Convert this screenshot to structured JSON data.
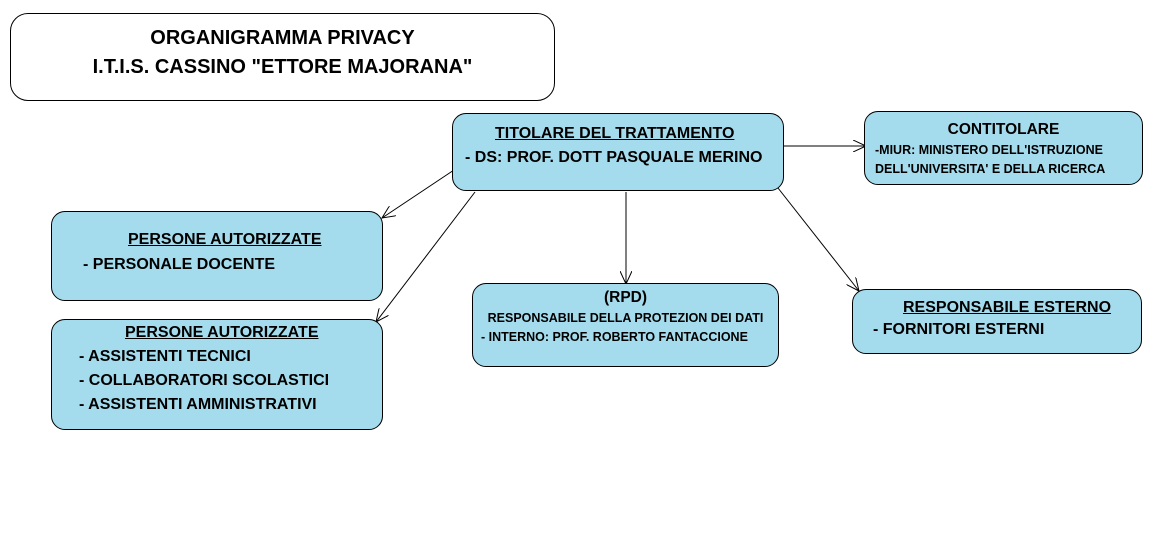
{
  "title": {
    "line1": "ORGANIGRAMMA PRIVACY",
    "line2": "I.T.I.S. CASSINO \"ETTORE MAJORANA\""
  },
  "titolare": {
    "heading": "TITOLARE DEL TRATTAMENTO",
    "line": "- DS: PROF. DOTT PASQUALE MERINO"
  },
  "contitolare": {
    "heading": "CONTITOLARE",
    "lines": [
      "-MIUR: MINISTERO DELL'ISTRUZIONE",
      "DELL'UNIVERSITA'  E DELLA RICERCA"
    ]
  },
  "autorizzate_1": {
    "heading": "PERSONE AUTORIZZATE",
    "lines": [
      "- PERSONALE DOCENTE"
    ]
  },
  "autorizzate_2": {
    "heading": "PERSONE AUTORIZZATE",
    "lines": [
      "- ASSISTENTI TECNICI",
      "- COLLABORATORI SCOLASTICI",
      "- ASSISTENTI AMMINISTRATIVI"
    ]
  },
  "rpd": {
    "heading": "(RPD)",
    "lines": [
      "RESPONSABILE DELLA PROTEZION DEI DATI",
      "- INTERNO: PROF. ROBERTO FANTACCIONE"
    ]
  },
  "esterno": {
    "heading": "RESPONSABILE ESTERNO",
    "lines": [
      "- FORNITORI ESTERNI"
    ]
  },
  "colors": {
    "box_fill": "#a5dced",
    "box_border": "#000000",
    "arrow": "#000000"
  },
  "connections": [
    {
      "from": "titolare",
      "to": "contitolare"
    },
    {
      "from": "titolare",
      "to": "autorizzate_1"
    },
    {
      "from": "titolare",
      "to": "autorizzate_2"
    },
    {
      "from": "titolare",
      "to": "rpd"
    },
    {
      "from": "titolare",
      "to": "esterno"
    }
  ]
}
